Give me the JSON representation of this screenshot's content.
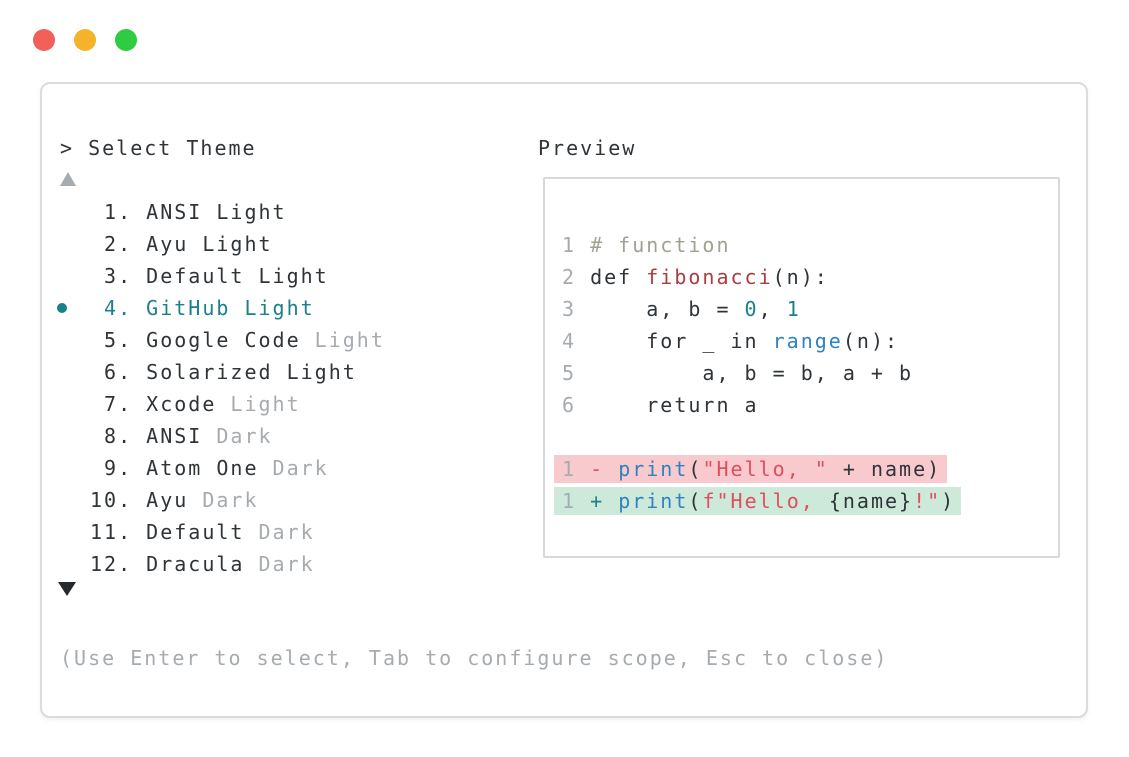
{
  "window": {
    "traffic_lights": [
      {
        "name": "close",
        "color_key": "traffic_red"
      },
      {
        "name": "minimize",
        "color_key": "traffic_yellow"
      },
      {
        "name": "maximize",
        "color_key": "traffic_green"
      }
    ]
  },
  "theme_picker": {
    "prompt": "> Select Theme",
    "items": [
      {
        "number": " 1.",
        "name": "ANSI Light",
        "dim": "",
        "selected": false
      },
      {
        "number": " 2.",
        "name": "Ayu Light",
        "dim": "",
        "selected": false
      },
      {
        "number": " 3.",
        "name": "Default Light",
        "dim": "",
        "selected": false
      },
      {
        "number": " 4.",
        "name": "GitHub Light",
        "dim": "",
        "selected": true
      },
      {
        "number": " 5.",
        "name": "Google Code",
        "dim": "Light",
        "selected": false
      },
      {
        "number": " 6.",
        "name": "Solarized Light",
        "dim": "",
        "selected": false
      },
      {
        "number": " 7.",
        "name": "Xcode",
        "dim": "Light",
        "selected": false
      },
      {
        "number": " 8.",
        "name": "ANSI",
        "dim": "Dark",
        "selected": false
      },
      {
        "number": " 9.",
        "name": "Atom One",
        "dim": "Dark",
        "selected": false
      },
      {
        "number": "10.",
        "name": "Ayu",
        "dim": "Dark",
        "selected": false
      },
      {
        "number": "11.",
        "name": "Default",
        "dim": "Dark",
        "selected": false
      },
      {
        "number": "12.",
        "name": "Dracula",
        "dim": "Dark",
        "selected": false
      }
    ],
    "footer_hint": "(Use Enter to select, Tab to configure scope, Esc to close)"
  },
  "preview": {
    "label": "Preview",
    "code_lines": [
      {
        "segments": []
      },
      {
        "segments": [
          {
            "style": "num",
            "text": "1 "
          },
          {
            "style": "comment",
            "text": "# function"
          }
        ]
      },
      {
        "segments": [
          {
            "style": "num",
            "text": "2 "
          },
          {
            "style": "plain",
            "text": "def "
          },
          {
            "style": "func",
            "text": "fibonacci"
          },
          {
            "style": "plain",
            "text": "(n):"
          }
        ]
      },
      {
        "segments": [
          {
            "style": "num",
            "text": "3 "
          },
          {
            "style": "plain",
            "text": "    a, b = "
          },
          {
            "style": "number",
            "text": "0"
          },
          {
            "style": "plain",
            "text": ", "
          },
          {
            "style": "number",
            "text": "1"
          }
        ]
      },
      {
        "segments": [
          {
            "style": "num",
            "text": "4 "
          },
          {
            "style": "plain",
            "text": "    for _ in "
          },
          {
            "style": "kwblue",
            "text": "range"
          },
          {
            "style": "plain",
            "text": "(n):"
          }
        ]
      },
      {
        "segments": [
          {
            "style": "num",
            "text": "5 "
          },
          {
            "style": "plain",
            "text": "        a, b = b, a + b"
          }
        ]
      },
      {
        "segments": [
          {
            "style": "num",
            "text": "6 "
          },
          {
            "style": "plain",
            "text": "    return a"
          }
        ]
      },
      {
        "segments": []
      },
      {
        "diff": "removed",
        "segments": [
          {
            "style": "num",
            "text": "1 "
          },
          {
            "style": "minus",
            "text": "- "
          },
          {
            "style": "kwblue",
            "text": "print"
          },
          {
            "style": "plain",
            "text": "("
          },
          {
            "style": "string",
            "text": "\"Hello, \""
          },
          {
            "style": "plain",
            "text": " + name)"
          }
        ]
      },
      {
        "diff": "added",
        "segments": [
          {
            "style": "num",
            "text": "1 "
          },
          {
            "style": "plus",
            "text": "+ "
          },
          {
            "style": "kwblue",
            "text": "print"
          },
          {
            "style": "plain",
            "text": "("
          },
          {
            "style": "string",
            "text": "f\"Hello, "
          },
          {
            "style": "plain",
            "text": "{name}"
          },
          {
            "style": "string",
            "text": "!\""
          },
          {
            "style": "plain",
            "text": ")"
          }
        ]
      }
    ]
  },
  "colors": {
    "text_primary": "#2f3438",
    "text_dim": "#a6abb0",
    "accent_teal": "#1a818a",
    "comment": "#9da390",
    "function_red": "#ad3c3f",
    "number_teal": "#1a818a",
    "keyword_blue": "#2f82c4",
    "string_red": "#e14e5e",
    "diff_removed_bg": "#f8c9cd",
    "diff_added_bg": "#cde9da",
    "border": "#d9dbde",
    "traffic_red": "#f2605a",
    "traffic_yellow": "#f3b32b",
    "traffic_green": "#2ecb43"
  }
}
